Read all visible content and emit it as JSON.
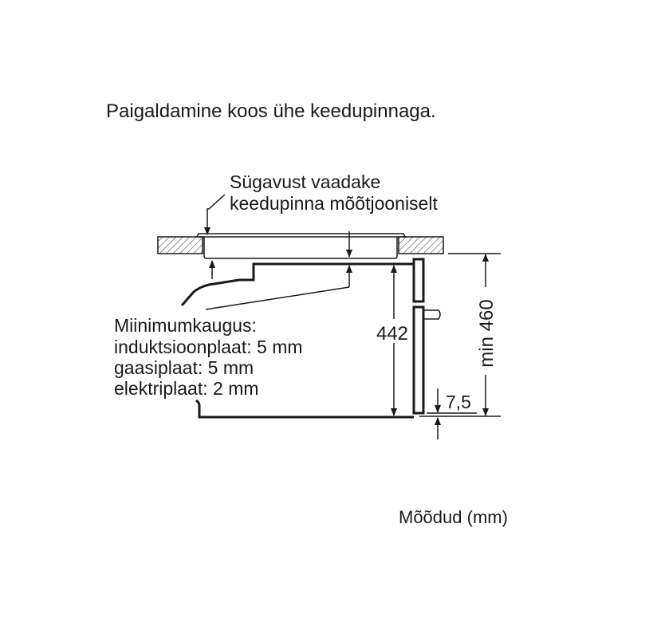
{
  "title": "Paigaldamine koos ühe keedupinnaga.",
  "note_line1": "Sügavust vaadake",
  "note_line2": "keedupinna mõõtjooniselt",
  "min_distance": {
    "heading": "Miinimumkaugus:",
    "lines": [
      "induktsioonplaat: 5 mm",
      "gaasiplaat: 5 mm",
      "elektriplaat: 2 mm"
    ]
  },
  "dimensions": {
    "height": "442",
    "min_height": "min 460",
    "offset": "7,5"
  },
  "units": "Mõõdud (mm)"
}
